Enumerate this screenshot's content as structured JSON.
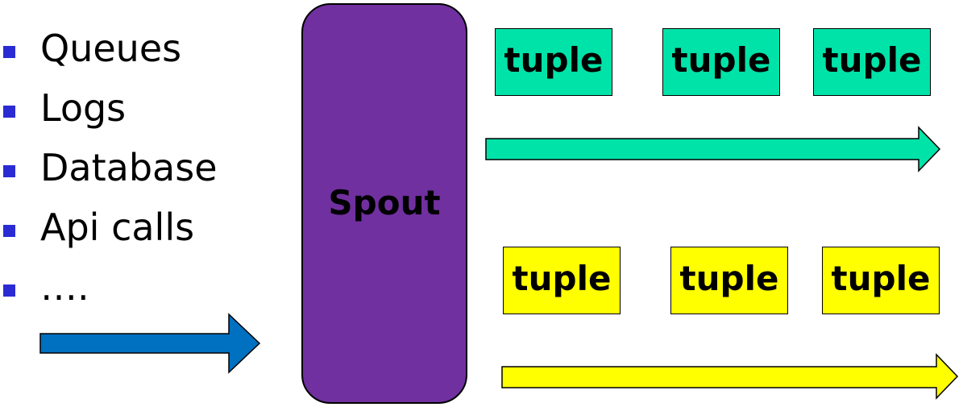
{
  "colors": {
    "bullet": "#2b2bd4",
    "input_arrow": "#0070c0",
    "spout_fill": "#7030a0",
    "green": "#00e3a8",
    "yellow": "#ffff00"
  },
  "sources": {
    "items": [
      "Queues",
      "Logs",
      "Database",
      "Api calls",
      "…."
    ]
  },
  "spout": {
    "label": "Spout"
  },
  "top_stream": {
    "tuples": [
      "tuple",
      "tuple",
      "tuple"
    ]
  },
  "bottom_stream": {
    "tuples": [
      "tuple",
      "tuple",
      "tuple"
    ]
  }
}
